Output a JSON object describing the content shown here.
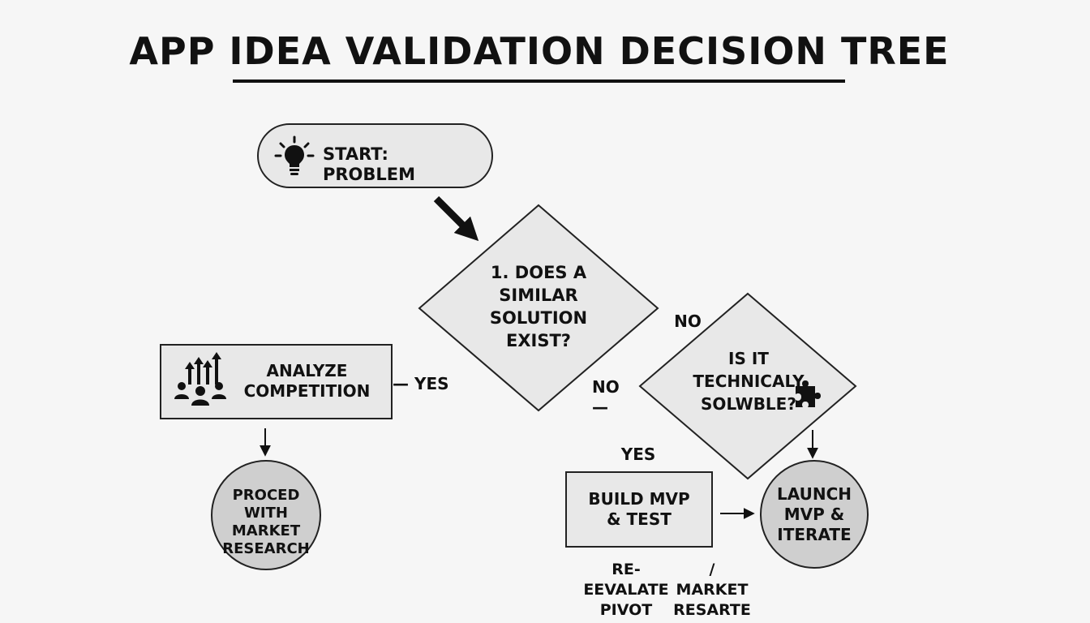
{
  "title": "APP IDEA VALIDATION DECISION TREE",
  "nodes": {
    "start": {
      "label": "START: PROBLEM",
      "icon": "lightbulb-icon"
    },
    "q1": {
      "lines": [
        "1. DOES A",
        "SIMILAR",
        "SOLUTION",
        "EXIST?"
      ]
    },
    "analyze": {
      "lines": [
        "ANALYZE",
        "COMPETITION"
      ],
      "icon": "team-growth-icon"
    },
    "proceed": {
      "lines": [
        "PROCED WITH",
        "MARKET",
        "RESEARCH"
      ]
    },
    "q2": {
      "lines": [
        "IS IT",
        "TECHNICALY",
        "SOLWBLE?"
      ],
      "icon": "puzzle-piece-icon"
    },
    "build": {
      "lines": [
        "BUILD MVP",
        "& TEST"
      ]
    },
    "launch": {
      "lines": [
        "LAUNCH",
        "MVP &",
        "ITERATE"
      ]
    }
  },
  "edge_labels": {
    "q1_yes": "— YES",
    "q1_no": "NO",
    "q2_no": "NO —",
    "q2_yes": "YES",
    "reevaluate": [
      "RE-EEVALATE",
      "PIVOT"
    ],
    "market": [
      "/ MARKET",
      "RESARTE"
    ]
  },
  "colors": {
    "box_fill": "#e8e8e8",
    "circle_fill": "#cfcfcf",
    "stroke": "#222222"
  }
}
